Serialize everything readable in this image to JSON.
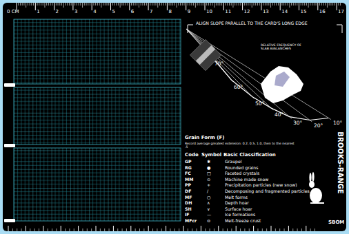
{
  "diagram": {
    "labels": [
      "0 CM",
      "1",
      "2",
      "3",
      "4",
      "5",
      "6",
      "7",
      "8",
      "9",
      "10",
      "11",
      "12",
      "13",
      "14",
      "15",
      "16",
      "17",
      "ALIGN SLOPE PARALLEL TO THE CARD'S LONG EDGE",
      "RELATIVE FREQUENCY OF SLAB AVALANCHES",
      "70°",
      "60°",
      "50°",
      "40°",
      "30°",
      "20°",
      "10°",
      "Grain Form (F)",
      "Record average greatest extension: 0.2, 0.5, 1.0, then to the nearest .5",
      "Code",
      "Symbol",
      "Basic Classification",
      "GP",
      "✱",
      "Graupel",
      "RG",
      "●",
      "Rounded grains",
      "FC",
      "□",
      "Faceted crystals",
      "MM",
      "⊙",
      "Machine made snow",
      "PP",
      "+",
      "Precipitation particles (new snow)",
      "DF",
      "/",
      "Decomposing and fragmented particles",
      "MF",
      "○",
      "Melt forms",
      "DH",
      "∧",
      "Depth hoar",
      "SH",
      "∨",
      "Surface hoar",
      "IF",
      "—",
      "Ice formations",
      "MFcr",
      "⊖",
      "Melt-freeze crust",
      "BROOKS-RANGE",
      "SBOM"
    ]
  }
}
